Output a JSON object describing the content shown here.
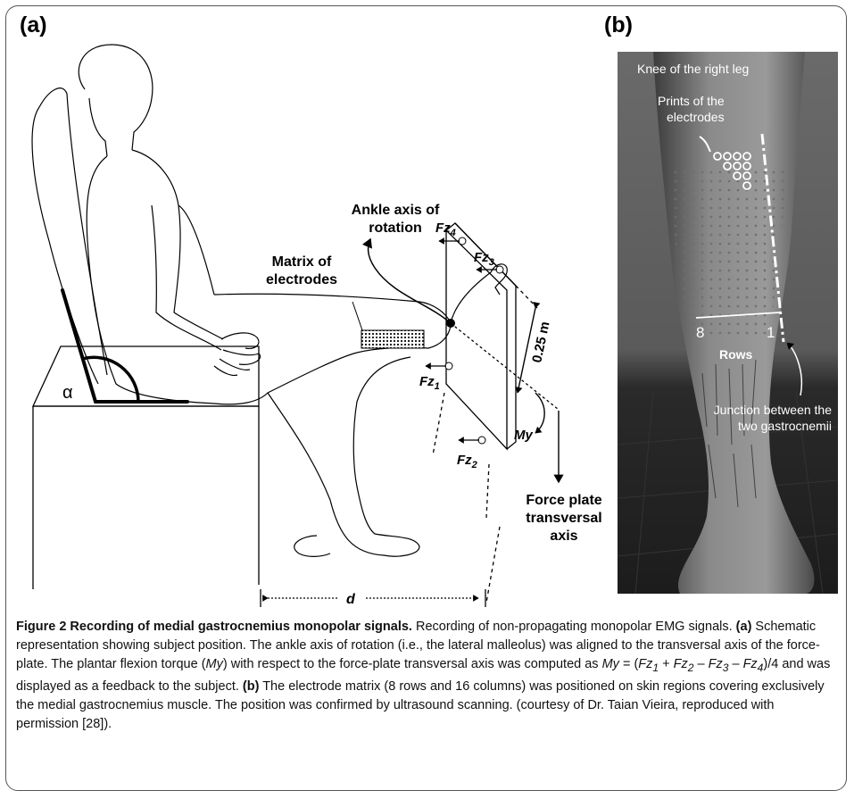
{
  "panels": {
    "a_label": "(a)",
    "b_label": "(b)"
  },
  "diagram": {
    "ankle_axis_line1": "Ankle axis of",
    "ankle_axis_line2": "rotation",
    "matrix_line1": "Matrix of",
    "matrix_line2": "electrodes",
    "fz4": "Fz",
    "fz4_sub": "4",
    "fz3": "Fz",
    "fz3_sub": "3",
    "fz1": "Fz",
    "fz1_sub": "1",
    "fz2": "Fz",
    "fz2_sub": "2",
    "distance": "0.25 m",
    "torque": "My",
    "alpha": "α",
    "d_label": "d",
    "force_plate_line1": "Force plate",
    "force_plate_line2": "transversal",
    "force_plate_line3": "axis"
  },
  "photo": {
    "knee": "Knee of the right leg",
    "prints_line1": "Prints of the",
    "prints_line2": "electrodes",
    "row8": "8",
    "row1": "1",
    "rows": "Rows",
    "junction_line1": "Junction between the",
    "junction_line2": "two gastrocnemii"
  },
  "caption": {
    "title": "Figure 2 Recording of medial gastrocnemius monopolar signals.",
    "t1": " Recording of non-propagating monopolar EMG signals. ",
    "a": "(a)",
    "t2": " Schematic representation showing subject position. The ankle axis of rotation (i.e., the lateral malleolus) was aligned to the transversal axis of the force-plate. The plantar flexion torque (",
    "my1": "My",
    "t3": ") with respect to the force-plate transversal axis was computed as ",
    "my2": "My",
    "t4": " = (",
    "f1": "Fz",
    "s1": "1",
    "t5": " + ",
    "f2": "Fz",
    "s2": "2",
    "t6": " – ",
    "f3": "Fz",
    "s3": "3",
    "t7": " – ",
    "f4": "Fz",
    "s4": "4",
    "t8": ")/4 and was displayed as a feedback to the subject. ",
    "b": "(b)",
    "t9": " The electrode matrix (8 rows and 16 columns) was positioned on skin regions covering exclusively the medial gastrocnemius muscle. The position was confirmed by ultrasound scanning. (courtesy of Dr. Taian Vieira, reproduced with permission [28])."
  }
}
